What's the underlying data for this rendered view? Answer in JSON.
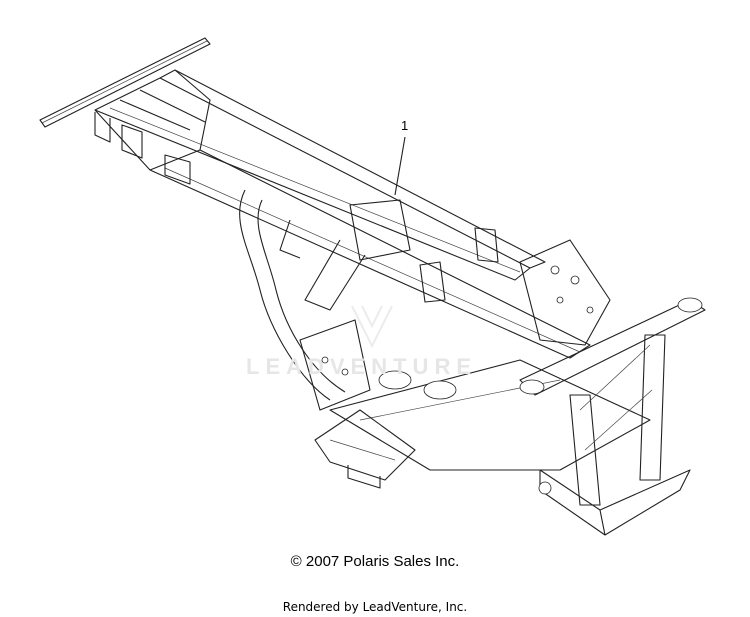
{
  "diagram": {
    "callout_number": "1",
    "watermark_text": "LEADVENTURE",
    "copyright": "© 2007 Polaris Sales Inc.",
    "rendered_by": "Rendered by LeadVenture, Inc.",
    "line_color": "#222222"
  }
}
